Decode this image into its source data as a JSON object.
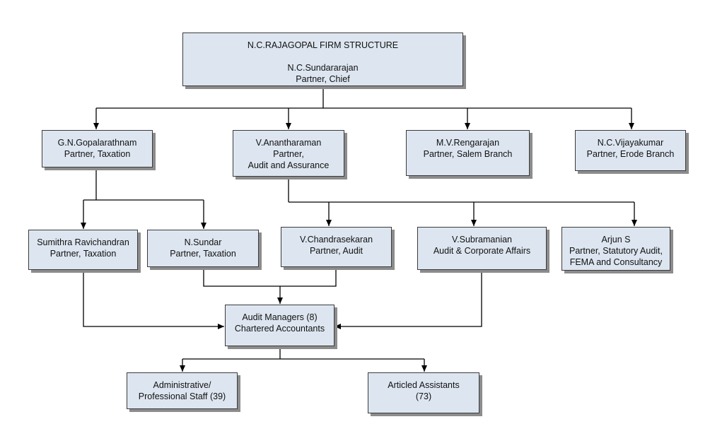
{
  "title": "N.C.RAJAGOPAL FIRM STRUCTURE",
  "chief": {
    "name": "N.C.Sundararajan",
    "role": "Partner, Chief"
  },
  "level2": [
    {
      "lines": [
        "G.N.Gopalarathnam",
        "Partner, Taxation"
      ]
    },
    {
      "lines": [
        "V.Anantharaman",
        "Partner,",
        "Audit and Assurance"
      ]
    },
    {
      "lines": [
        "M.V.Rengarajan",
        "Partner, Salem Branch"
      ]
    },
    {
      "lines": [
        "N.C.Vijayakumar",
        "Partner, Erode Branch"
      ]
    }
  ],
  "level3": [
    {
      "lines": [
        "Sumithra Ravichandran",
        "Partner, Taxation"
      ]
    },
    {
      "lines": [
        "N.Sundar",
        "Partner, Taxation"
      ]
    },
    {
      "lines": [
        "V.Chandrasekaran",
        "Partner, Audit"
      ]
    },
    {
      "lines": [
        "V.Subramanian",
        "Audit & Corporate Affairs"
      ]
    },
    {
      "lines": [
        "Arjun S",
        "Partner, Statutory Audit,",
        "FEMA and Consultancy"
      ]
    }
  ],
  "managers": {
    "lines": [
      "Audit Managers (8)",
      "Chartered Accountants"
    ]
  },
  "staff": [
    {
      "lines": [
        "Administrative/",
        "Professional Staff (39)"
      ]
    },
    {
      "lines": [
        "Articled Assistants",
        "(73)"
      ]
    }
  ],
  "colors": {
    "box_fill": "#dde6f0",
    "box_border": "#3a3a3a",
    "shadow": "#8c8c8c",
    "line": "#000000"
  }
}
